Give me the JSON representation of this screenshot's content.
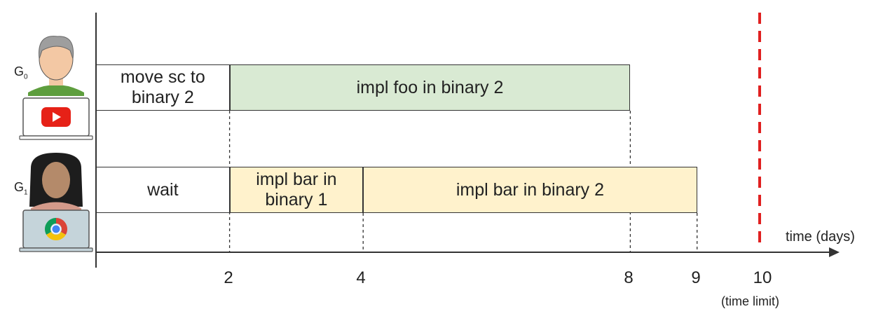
{
  "groups": [
    {
      "label": "G",
      "subscript": "0",
      "app_icon": "youtube-icon"
    },
    {
      "label": "G",
      "subscript": "1",
      "app_icon": "chrome-icon"
    }
  ],
  "tasks": [
    {
      "row": 0,
      "start": 0,
      "end": 2,
      "text_lines": [
        "move sc to",
        "binary 2"
      ],
      "fill": "#ffffff"
    },
    {
      "row": 0,
      "start": 2,
      "end": 8,
      "text_lines": [
        "impl foo in binary 2"
      ],
      "fill": "#d9ead3"
    },
    {
      "row": 1,
      "start": 0,
      "end": 2,
      "text_lines": [
        "wait"
      ],
      "fill": "#ffffff"
    },
    {
      "row": 1,
      "start": 2,
      "end": 4,
      "text_lines": [
        "impl bar in",
        "binary 1"
      ],
      "fill": "#fff2cc"
    },
    {
      "row": 1,
      "start": 4,
      "end": 9,
      "text_lines": [
        "impl bar in binary 2"
      ],
      "fill": "#fff2cc"
    }
  ],
  "axis": {
    "label": "time (days)",
    "ticks": [
      "2",
      "4",
      "8",
      "9",
      "10"
    ],
    "limit_value": 10,
    "limit_note": "(time limit)",
    "limit_color": "#e02020"
  },
  "colors": {
    "youtube": "#e62117",
    "chrome_red": "#db4437",
    "chrome_yellow": "#f4c20d",
    "chrome_green": "#0f9d58",
    "chrome_blue": "#4285f4"
  }
}
